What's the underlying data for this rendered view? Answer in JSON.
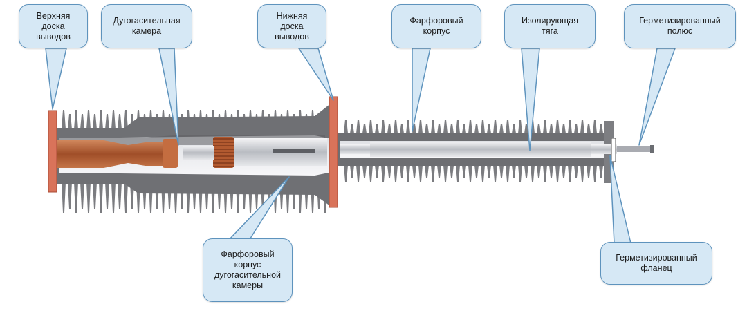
{
  "callouts": {
    "top_terminal": "Верхняя\nдоска\nвыводов",
    "arc_chamber": "Дугогасительная\nкамера",
    "bottom_terminal": "Нижняя\nдоска\nвыводов",
    "porcelain_housing": "Фарфоровый\nкорпус",
    "insulating_rod": "Изолирующая\nтяга",
    "sealed_pole": "Герметизированный\nполюс",
    "arc_chamber_housing": "Фарфоровый\nкорпус\nдугогасительной\nкамеры",
    "sealed_flange": "Герметизированный\nфланец"
  },
  "colors": {
    "callout_fill": "#d6e8f5",
    "callout_border": "#5e93bd",
    "porcelain": "#77787c",
    "copper": "#b8643a",
    "flange": "#d9735a"
  }
}
